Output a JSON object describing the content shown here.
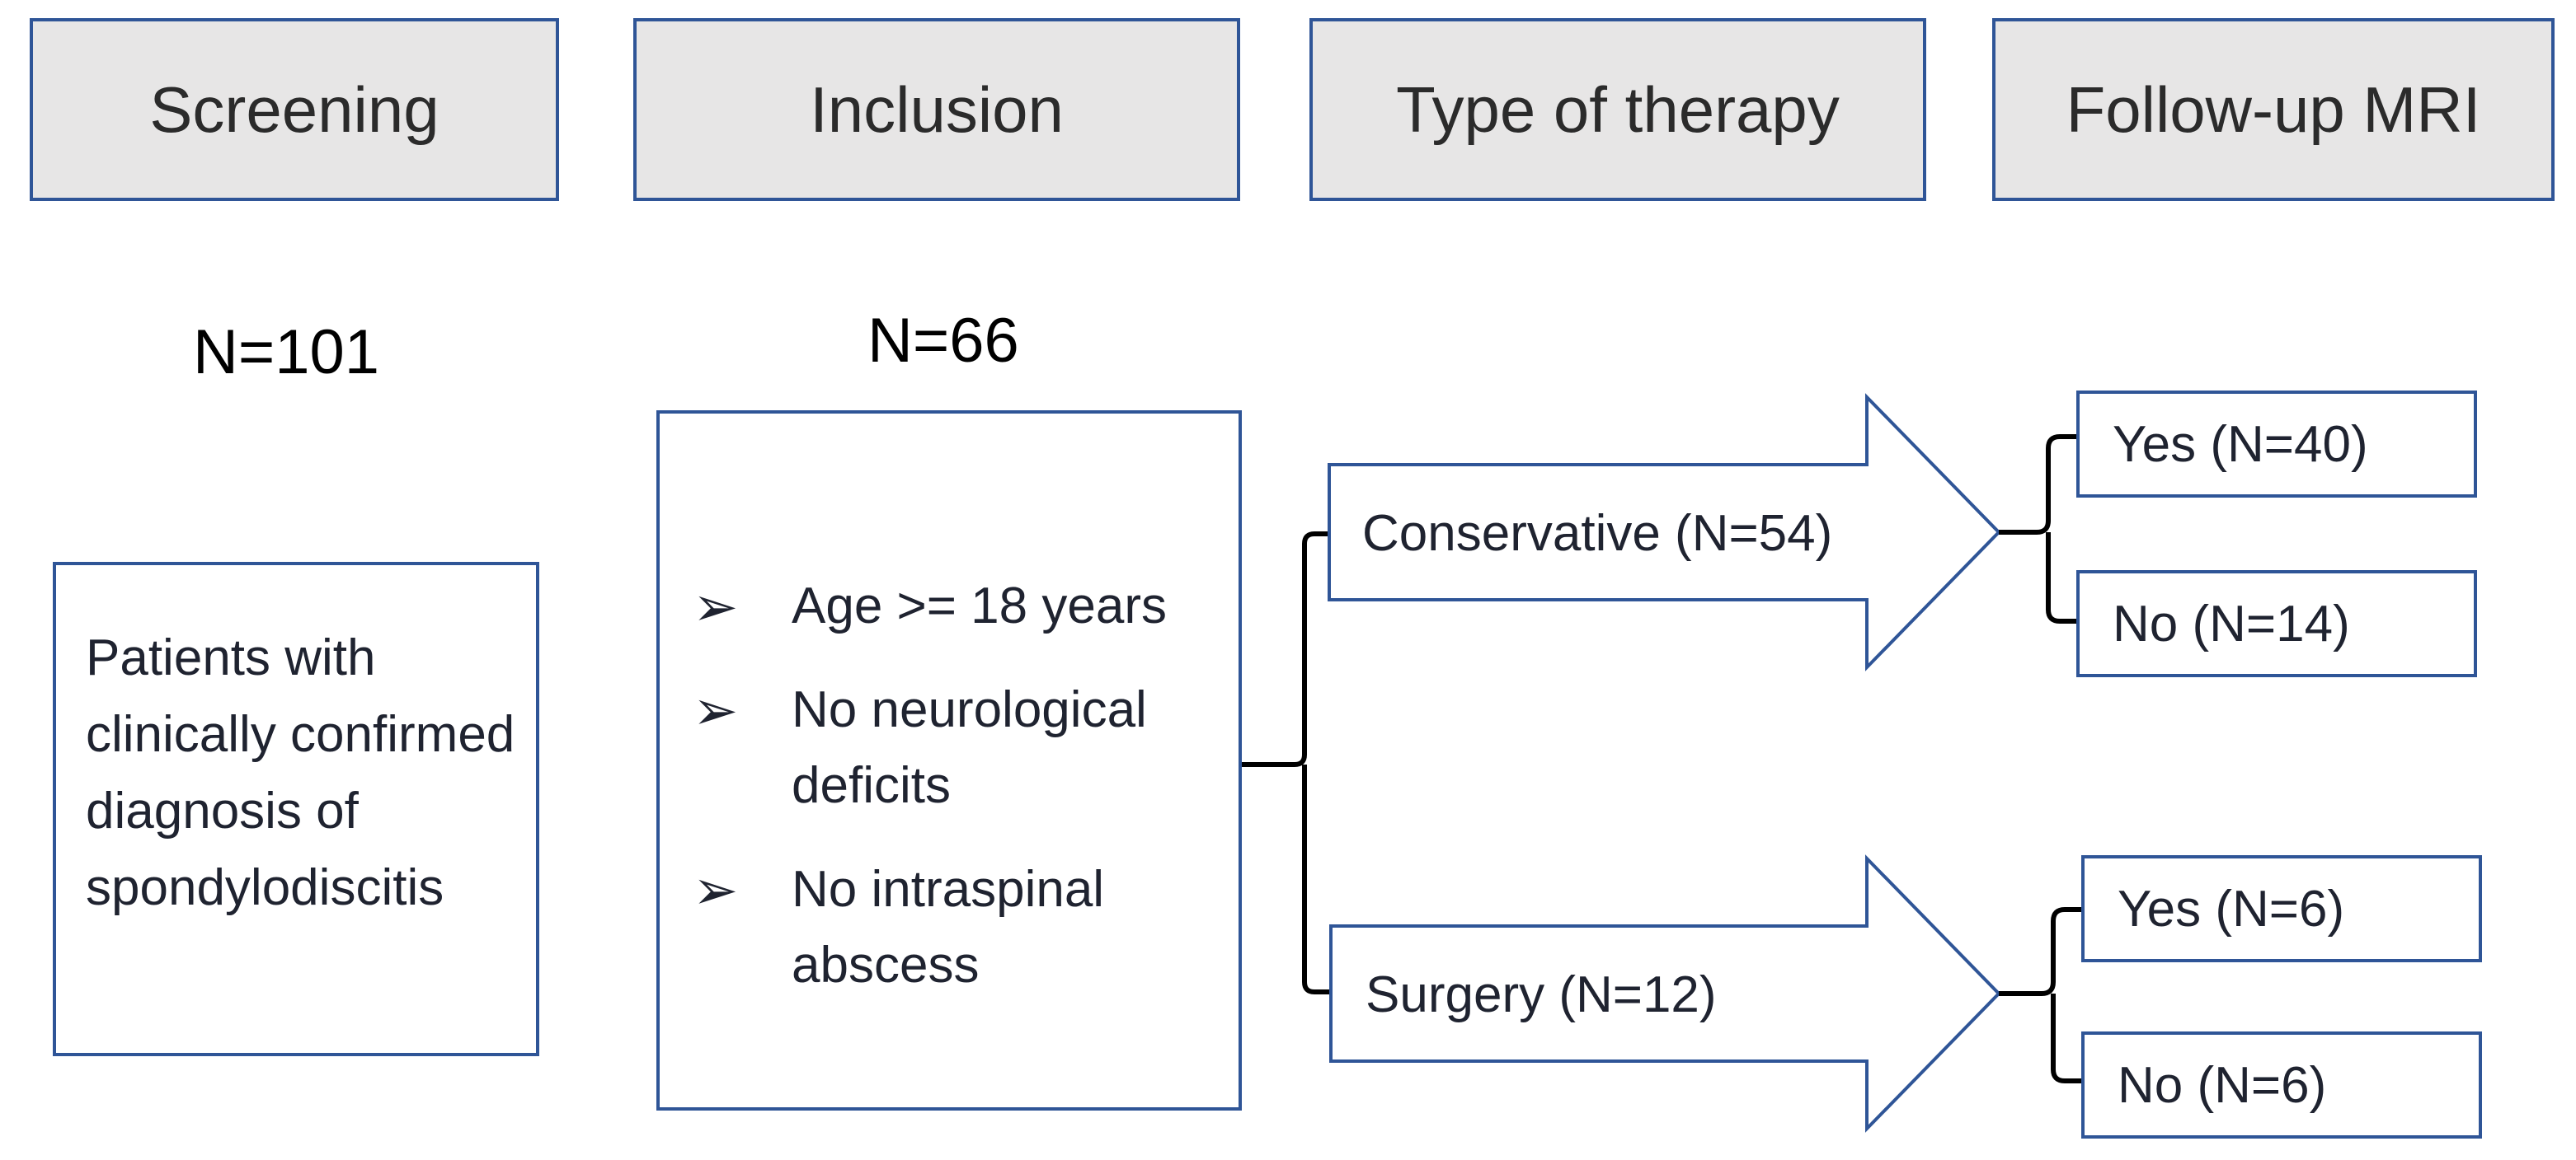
{
  "headers": {
    "screening": "Screening",
    "inclusion": "Inclusion",
    "therapy": "Type of therapy",
    "followup": "Follow-up MRI"
  },
  "counts": {
    "screening": "N=101",
    "inclusion": "N=66"
  },
  "screening_box": {
    "text": "Patients with clinically confirmed diagnosis of spondylodiscitis"
  },
  "inclusion_criteria": [
    {
      "bullet": "➢",
      "text": "Age >= 18 years"
    },
    {
      "bullet": "➢",
      "text": "No neurological deficits"
    },
    {
      "bullet": "➢",
      "text": "No intraspinal abscess"
    }
  ],
  "therapy": {
    "conservative": "Conservative (N=54)",
    "surgery": "Surgery (N=12)"
  },
  "followup": {
    "conservative_yes": "Yes (N=40)",
    "conservative_no": "No (N=14)",
    "surgery_yes": "Yes (N=6)",
    "surgery_no": "No (N=6)"
  },
  "colors": {
    "border": "#2f5597",
    "header_fill": "#e7e6e6",
    "connector": "#000000"
  }
}
